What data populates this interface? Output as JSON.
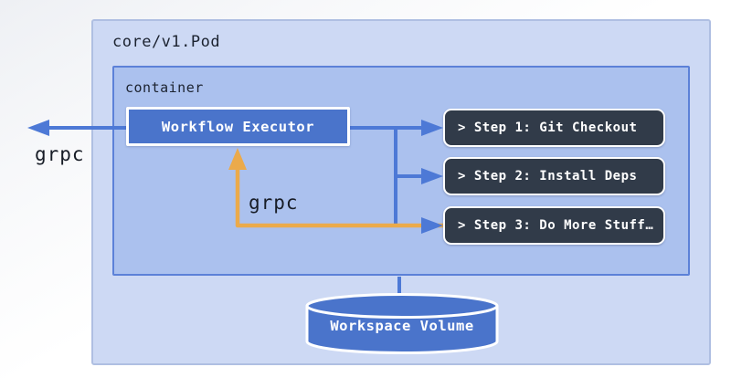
{
  "diagram": {
    "pod": {
      "label": "core/v1.Pod"
    },
    "container": {
      "label": "container"
    },
    "executor": {
      "label": "Workflow Executor"
    },
    "steps": [
      {
        "label": "> Step 1: Git Checkout"
      },
      {
        "label": "> Step 2: Install Deps"
      },
      {
        "label": "> Step 3: Do More Stuff…"
      }
    ],
    "volume": {
      "label": "Workspace Volume"
    },
    "edges": {
      "grpc_out_label": "grpc",
      "grpc_up_label": "grpc"
    },
    "colors": {
      "pod_fill": "#cdd9f4",
      "pod_border": "#afbfe2",
      "container_fill": "#abc1ee",
      "container_border": "#5c81d8",
      "node_blue": "#4a74cb",
      "line_blue": "#4d79d6",
      "step_dark": "#313b49",
      "orange": "#ebaa4b",
      "text_dark": "#1c2330",
      "text_light": "#ffffff"
    }
  }
}
